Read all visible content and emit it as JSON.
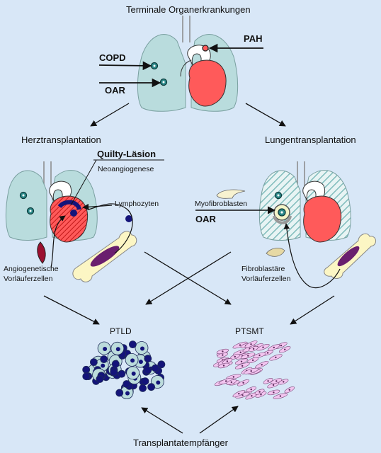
{
  "title": "Terminale Organerkrankungen",
  "top": {
    "copd": "COPD",
    "oar": "OAR",
    "pah": "PAH"
  },
  "left": {
    "heading": "Herztransplantation",
    "lesion": "Quilty-Läsion",
    "neo": "Neoangiogenese",
    "lympho": "Lymphozyten",
    "progenitor_line1": "Angiogenetische",
    "progenitor_line2": "Vorläuferzellen"
  },
  "right": {
    "heading": "Lungentransplantation",
    "myo": "Myofibroblasten",
    "oar": "OAR",
    "progenitor_line1": "Fibroblastäre",
    "progenitor_line2": "Vorläuferzellen"
  },
  "outcomes": {
    "ptld": "PTLD",
    "ptsmt": "PTSMT"
  },
  "bottom": "Transplantatempfänger",
  "colors": {
    "background": "#d8e7f7",
    "lung": "#b9dcdd",
    "heart": "#ff5a5a",
    "lymphocyte": "#14147a",
    "ptsmt_cell": "#f2c4ef",
    "bone": "#fcf6c4",
    "marrow": "#6a1f6e"
  }
}
